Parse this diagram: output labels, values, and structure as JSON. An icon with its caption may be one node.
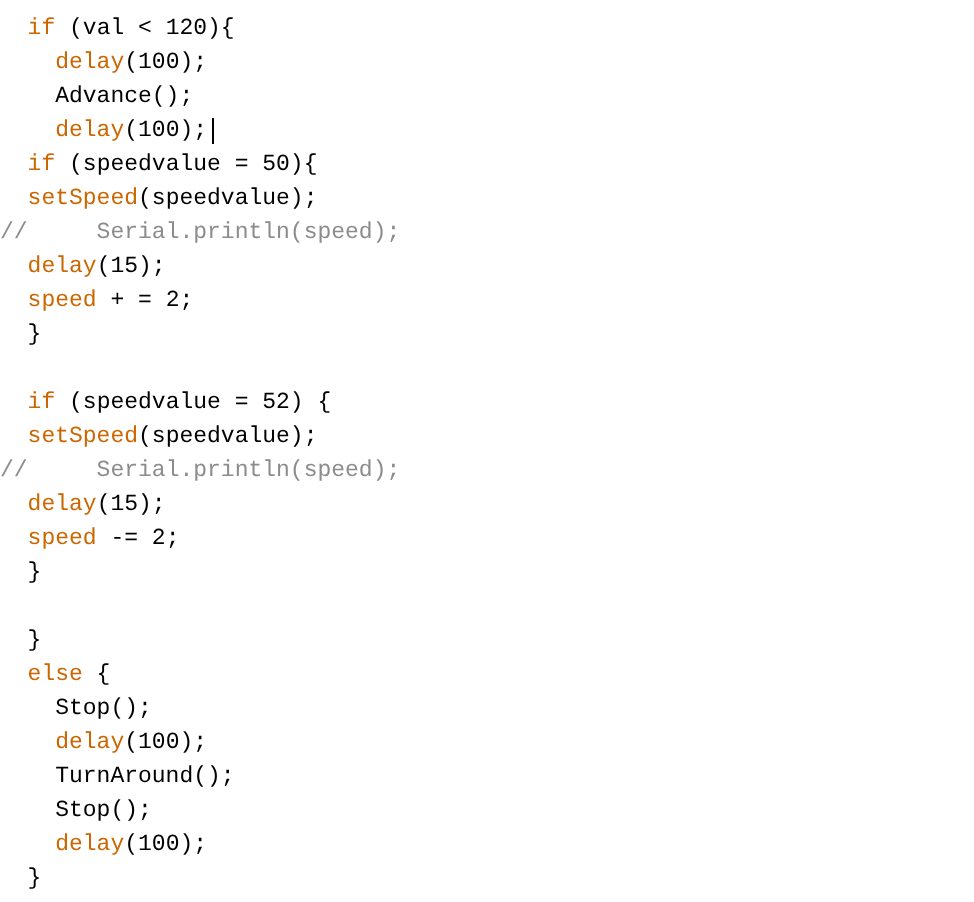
{
  "diagram": {
    "labels": [
      "if (val < 120){",
      "delay(100);",
      "Advance();",
      "delay(100);",
      "if (speedvalue = 50){",
      "setSpeed(speedvalue);",
      "//     Serial.println(speed);",
      "delay(15);",
      "speed + = 2;",
      "}",
      "if (speedvalue = 52) {",
      "setSpeed(speedvalue);",
      "//     Serial.println(speed);",
      "delay(15);",
      "speed -= 2;",
      "}",
      "}",
      "else {",
      "Stop();",
      "delay(100);",
      "TurnAround();",
      "Stop();",
      "delay(100);",
      "}"
    ]
  }
}
